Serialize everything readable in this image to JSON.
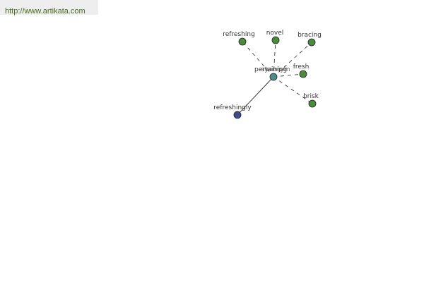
{
  "source": {
    "url_text": "http://www.artikata.com",
    "link_color": "#4b6a20"
  },
  "graph": {
    "center": {
      "label": "pertaining",
      "overlay_label": "synonym",
      "color": "#4e8c8c"
    },
    "nodes": [
      {
        "id": "refreshing",
        "label": "refreshing",
        "relation": "synonym",
        "color": "#4a8c3c"
      },
      {
        "id": "novel",
        "label": "novel",
        "relation": "synonym",
        "color": "#4a8c3c"
      },
      {
        "id": "bracing",
        "label": "bracing",
        "relation": "synonym",
        "color": "#4a8c3c"
      },
      {
        "id": "fresh",
        "label": "fresh",
        "relation": "synonym",
        "color": "#4a8c3c"
      },
      {
        "id": "brisk",
        "label": "brisk",
        "relation": "synonym",
        "color": "#4a8c3c"
      },
      {
        "id": "refreshingly",
        "label": "refreshingly",
        "relation": "pertaining",
        "color": "#3a4d8c"
      }
    ]
  }
}
